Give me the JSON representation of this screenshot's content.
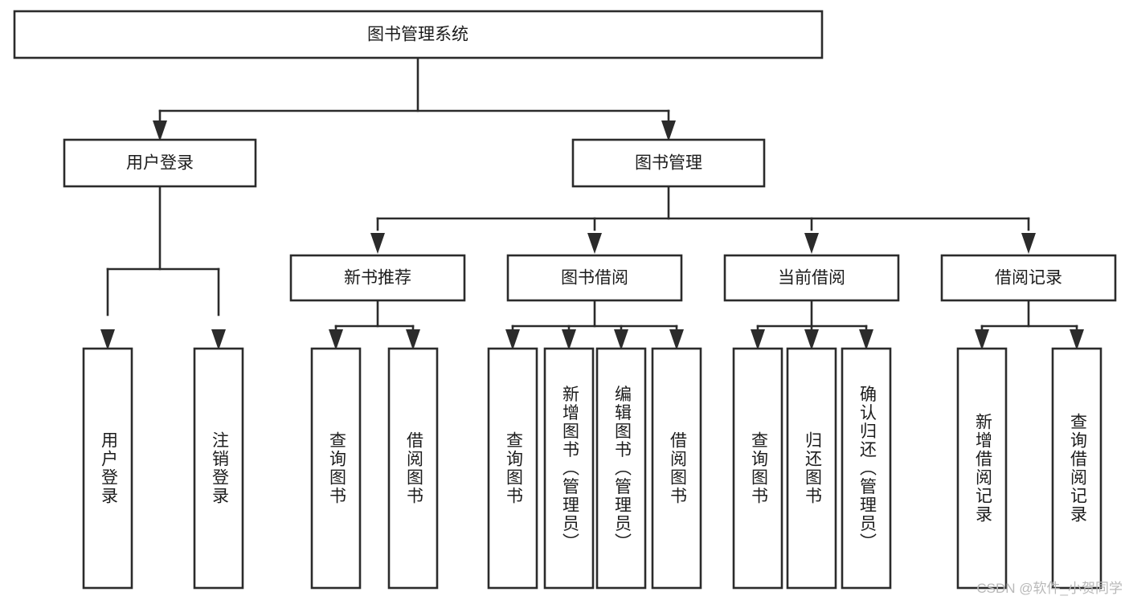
{
  "diagram": {
    "title": "图书管理系统",
    "type": "tree-hierarchy-chart",
    "orientation": "top-down",
    "colors": {
      "line": "#2b2b2b",
      "box_fill": "#ffffff",
      "text": "#1c1c1c",
      "watermark": "#b9b9b9"
    },
    "levels": {
      "root_label": "图书管理系统",
      "level1": [
        {
          "id": "user-login",
          "label": "用户登录"
        },
        {
          "id": "book-management",
          "label": "图书管理"
        }
      ],
      "level2": [
        {
          "id": "new-book-recommend",
          "label": "新书推荐",
          "parent": "book-management"
        },
        {
          "id": "book-borrow",
          "label": "图书借阅",
          "parent": "book-management"
        },
        {
          "id": "current-borrow",
          "label": "当前借阅",
          "parent": "book-management"
        },
        {
          "id": "borrow-record",
          "label": "借阅记录",
          "parent": "book-management"
        }
      ],
      "leaves": [
        {
          "id": "leaf-user-login",
          "label": "用户登录",
          "parent": "user-login"
        },
        {
          "id": "leaf-logout-login",
          "label": "注销登录",
          "parent": "user-login"
        },
        {
          "id": "leaf-query-book-1",
          "label": "查询图书",
          "parent": "new-book-recommend"
        },
        {
          "id": "leaf-borrow-book-1",
          "label": "借阅图书",
          "parent": "new-book-recommend"
        },
        {
          "id": "leaf-query-book-2",
          "label": "查询图书",
          "parent": "book-borrow"
        },
        {
          "id": "leaf-add-book-admin",
          "label": "新增图书（管理员）",
          "parent": "book-borrow"
        },
        {
          "id": "leaf-edit-book-admin",
          "label": "编辑图书（管理员）",
          "parent": "book-borrow"
        },
        {
          "id": "leaf-borrow-book-2",
          "label": "借阅图书",
          "parent": "book-borrow"
        },
        {
          "id": "leaf-query-book-3",
          "label": "查询图书",
          "parent": "current-borrow"
        },
        {
          "id": "leaf-return-book",
          "label": "归还图书",
          "parent": "current-borrow"
        },
        {
          "id": "leaf-confirm-return-admin",
          "label": "确认归还（管理员）",
          "parent": "current-borrow"
        },
        {
          "id": "leaf-add-borrow-record",
          "label": "新增借阅记录",
          "parent": "borrow-record"
        },
        {
          "id": "leaf-query-borrow-record",
          "label": "查询借阅记录",
          "parent": "borrow-record"
        }
      ]
    },
    "watermark": "CSDN @软件_小贺同学"
  }
}
